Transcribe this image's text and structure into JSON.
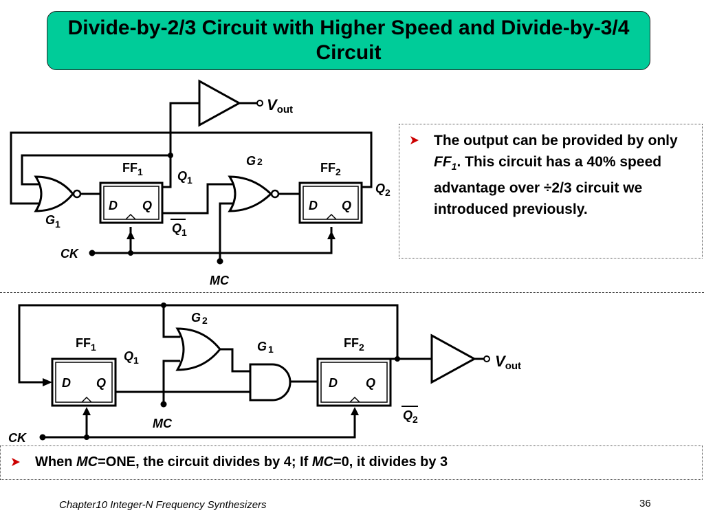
{
  "title": "Divide-by-2/3 Circuit with Higher Speed and Divide-by-3/4 Circuit",
  "note": {
    "prefix": "The output can be provided by only ",
    "ff_italic": "FF",
    "ff_sub": "1",
    "suffix": ". This circuit has a 40% speed advantage over ÷2/3 circuit we introduced previously."
  },
  "bottom_note": {
    "t1": "When ",
    "mc1": "MC",
    "t2": "=ONE, the circuit divides by 4; If ",
    "mc2": "MC",
    "t3": "=0, it divides by 3"
  },
  "footer": "Chapter10 Integer-N Frequency Synthesizers",
  "page_number": "36",
  "colors": {
    "title_bg": "#00cc99",
    "bullet": "#cc0000"
  },
  "top_circuit": {
    "vout": "V",
    "vout_sub": "out",
    "ff1": "FF",
    "ff1_sub": "1",
    "ff2": "FF",
    "ff2_sub": "2",
    "g1": "G",
    "g1_sub": "1",
    "g2": "G",
    "g2_sub": "2",
    "q1": "Q",
    "q1_sub": "1",
    "q1bar": "Q",
    "q1bar_sub": "1",
    "q2": "Q",
    "q2_sub": "2",
    "d": "D",
    "q": "Q",
    "ck": "CK",
    "mc": "MC"
  },
  "bottom_circuit": {
    "vout": "V",
    "vout_sub": "out",
    "ff1": "FF",
    "ff1_sub": "1",
    "ff2": "FF",
    "ff2_sub": "2",
    "g1": "G",
    "g1_sub": "1",
    "g2": "G",
    "g2_sub": "2",
    "q1": "Q",
    "q1_sub": "1",
    "q2bar": "Q",
    "q2bar_sub": "2",
    "d": "D",
    "q": "Q",
    "ck": "CK",
    "mc": "MC"
  }
}
